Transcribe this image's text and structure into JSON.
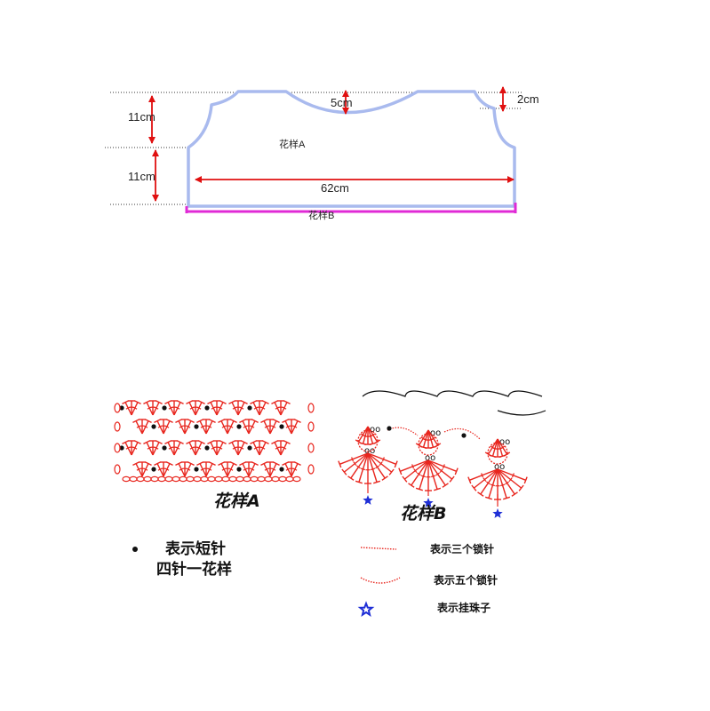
{
  "dimensions": {
    "width_62": "62cm",
    "height_top": "11cm",
    "height_bottom": "11cm",
    "neck_depth": "5cm",
    "shoulder_drop": "2cm"
  },
  "panel_labels": {
    "pattern_a": "花样A",
    "pattern_b": "花样B"
  },
  "captions": {
    "pattern_a": "花样A",
    "pattern_b": "花样B"
  },
  "legend_left": {
    "dot_label": "表示短针",
    "repeat_label": "四针一花样"
  },
  "legend_right": {
    "chain3": "表示三个锁针",
    "chain5": "表示五个锁针",
    "bead": "表示挂珠子"
  },
  "colors": {
    "outline": "#a9baee",
    "hem": "#e02ad6",
    "arrow": "#e01010",
    "stitch": "#e8261e",
    "bead": "#1f2fd6",
    "dot": "#111111"
  }
}
